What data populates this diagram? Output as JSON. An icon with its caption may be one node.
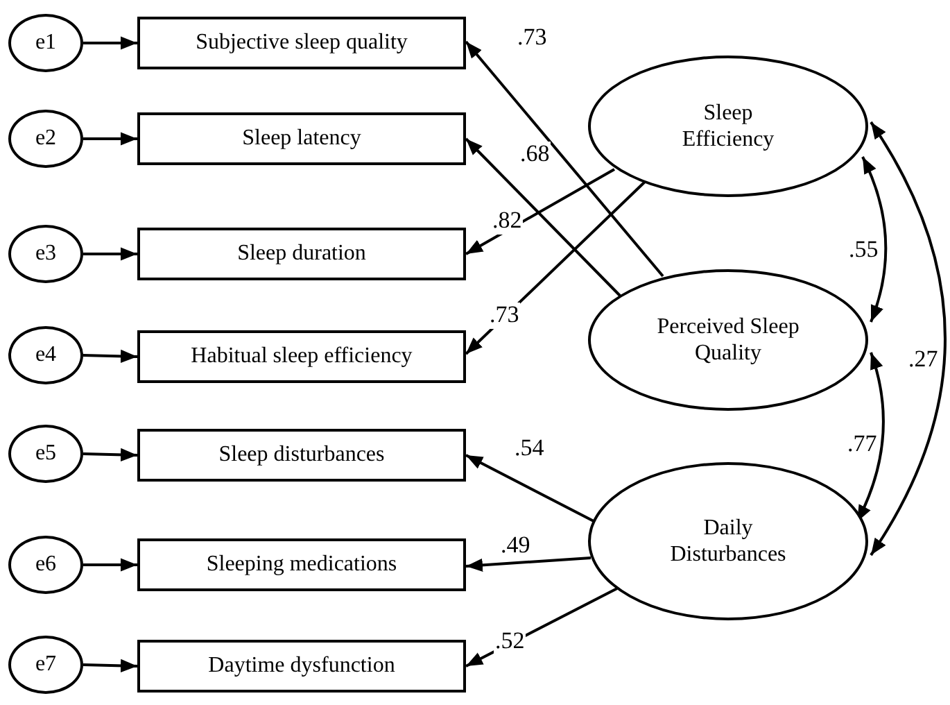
{
  "diagram": {
    "nodes": [
      {
        "text": [
          "e1"
        ]
      },
      {
        "text": [
          "Subjective sleep quality"
        ]
      },
      {
        "text": [
          "e2"
        ]
      },
      {
        "text": [
          "Sleep latency"
        ]
      },
      {
        "text": [
          "e3"
        ]
      },
      {
        "text": [
          "Sleep duration"
        ]
      },
      {
        "text": [
          "e4"
        ]
      },
      {
        "text": [
          "Habitual sleep efficiency"
        ]
      },
      {
        "text": [
          "e5"
        ]
      },
      {
        "text": [
          "Sleep disturbances"
        ]
      },
      {
        "text": [
          "e6"
        ]
      },
      {
        "text": [
          "Sleeping medications"
        ]
      },
      {
        "text": [
          "e7"
        ]
      },
      {
        "text": [
          "Daytime dysfunction"
        ]
      },
      {
        "text": [
          "Sleep Efficiency"
        ]
      },
      {
        "text": [
          "Perceived Sleep Quality"
        ]
      },
      {
        "text": [
          "Daily Disturbances"
        ]
      }
    ],
    "edges": [
      {
        "from": 0,
        "to": 1,
        "arrow": "to"
      },
      {
        "from": 2,
        "to": 3,
        "arrow": "to"
      },
      {
        "from": 4,
        "to": 5,
        "arrow": "to"
      },
      {
        "from": 6,
        "to": 7,
        "arrow": "to"
      },
      {
        "from": 8,
        "to": 9,
        "arrow": "to"
      },
      {
        "from": 10,
        "to": 11,
        "arrow": "to"
      },
      {
        "from": 12,
        "to": 13,
        "arrow": "to"
      },
      {
        "from": 15,
        "to": 1,
        "arrow": "to",
        "label": ".73"
      },
      {
        "from": 15,
        "to": 3,
        "arrow": "to",
        "label": ".68"
      },
      {
        "from": 14,
        "to": 5,
        "arrow": "to",
        "label": ".82"
      },
      {
        "from": 14,
        "to": 7,
        "arrow": "to",
        "label": ".73"
      },
      {
        "from": 16,
        "to": 9,
        "arrow": "to",
        "label": ".54"
      },
      {
        "from": 16,
        "to": 11,
        "arrow": "to",
        "label": ".49"
      },
      {
        "from": 16,
        "to": 13,
        "arrow": "to",
        "label": ".52"
      },
      {
        "from": 14,
        "to": 15,
        "arrow": "both",
        "label": ".55"
      },
      {
        "from": 15,
        "to": 16,
        "arrow": "both",
        "label": ".77"
      },
      {
        "from": 14,
        "to": 16,
        "arrow": "both",
        "label": ".27"
      }
    ]
  }
}
